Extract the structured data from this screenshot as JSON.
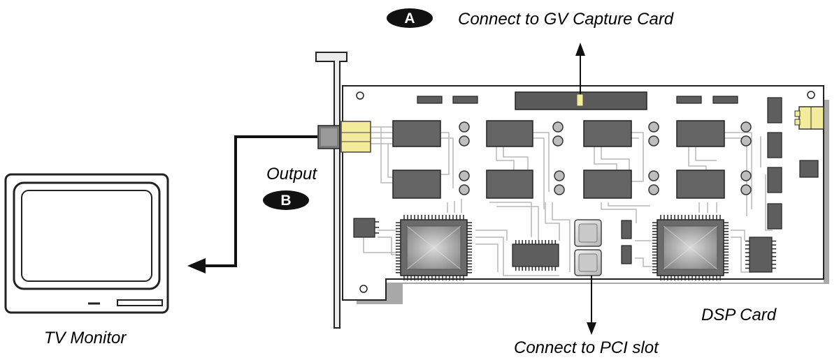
{
  "labels": {
    "connect_capture": "Connect to GV Capture Card",
    "connect_pci": "Connect to PCI slot",
    "output": "Output",
    "dsp_card": "DSP Card",
    "tv_monitor": "TV Monitor"
  },
  "badges": {
    "a": "A",
    "b": "B"
  },
  "colors": {
    "card_fill": "#ffffff",
    "card_shadow": "#a8a8a8",
    "chip": "#646464",
    "trace": "#b9b9b9",
    "connector_highlight": "#f3ec9a"
  }
}
